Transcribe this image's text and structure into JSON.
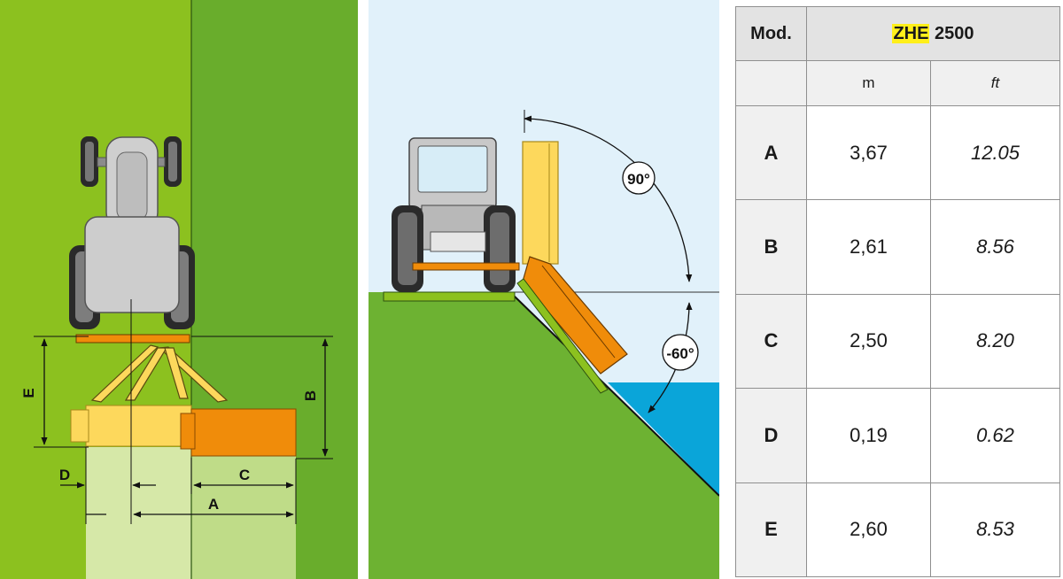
{
  "colors": {
    "grass_light": "#8cc11f",
    "grass_dark": "#69ad2c",
    "sky": "#e1f1fa",
    "water": "#0aa5d9",
    "mower_orange": "#f08c0a",
    "mower_yellow": "#fdd85c",
    "tractor_grey": "#c9c9c9",
    "highlight": "#ffef1a"
  },
  "top_view": {
    "labels": {
      "A": "A",
      "B": "B",
      "C": "C",
      "D": "D",
      "E": "E"
    }
  },
  "side_view": {
    "angle_up": "90°",
    "angle_down": "-60°"
  },
  "table": {
    "header_label": "Mod.",
    "model_prefix": "ZHE",
    "model_number": "2500",
    "unit_m": "m",
    "unit_ft": "ft",
    "rows": [
      {
        "label": "A",
        "m": "3,67",
        "ft": "12.05"
      },
      {
        "label": "B",
        "m": "2,61",
        "ft": "8.56"
      },
      {
        "label": "C",
        "m": "2,50",
        "ft": "8.20"
      },
      {
        "label": "D",
        "m": "0,19",
        "ft": "0.62"
      },
      {
        "label": "E",
        "m": "2,60",
        "ft": "8.53"
      }
    ]
  }
}
